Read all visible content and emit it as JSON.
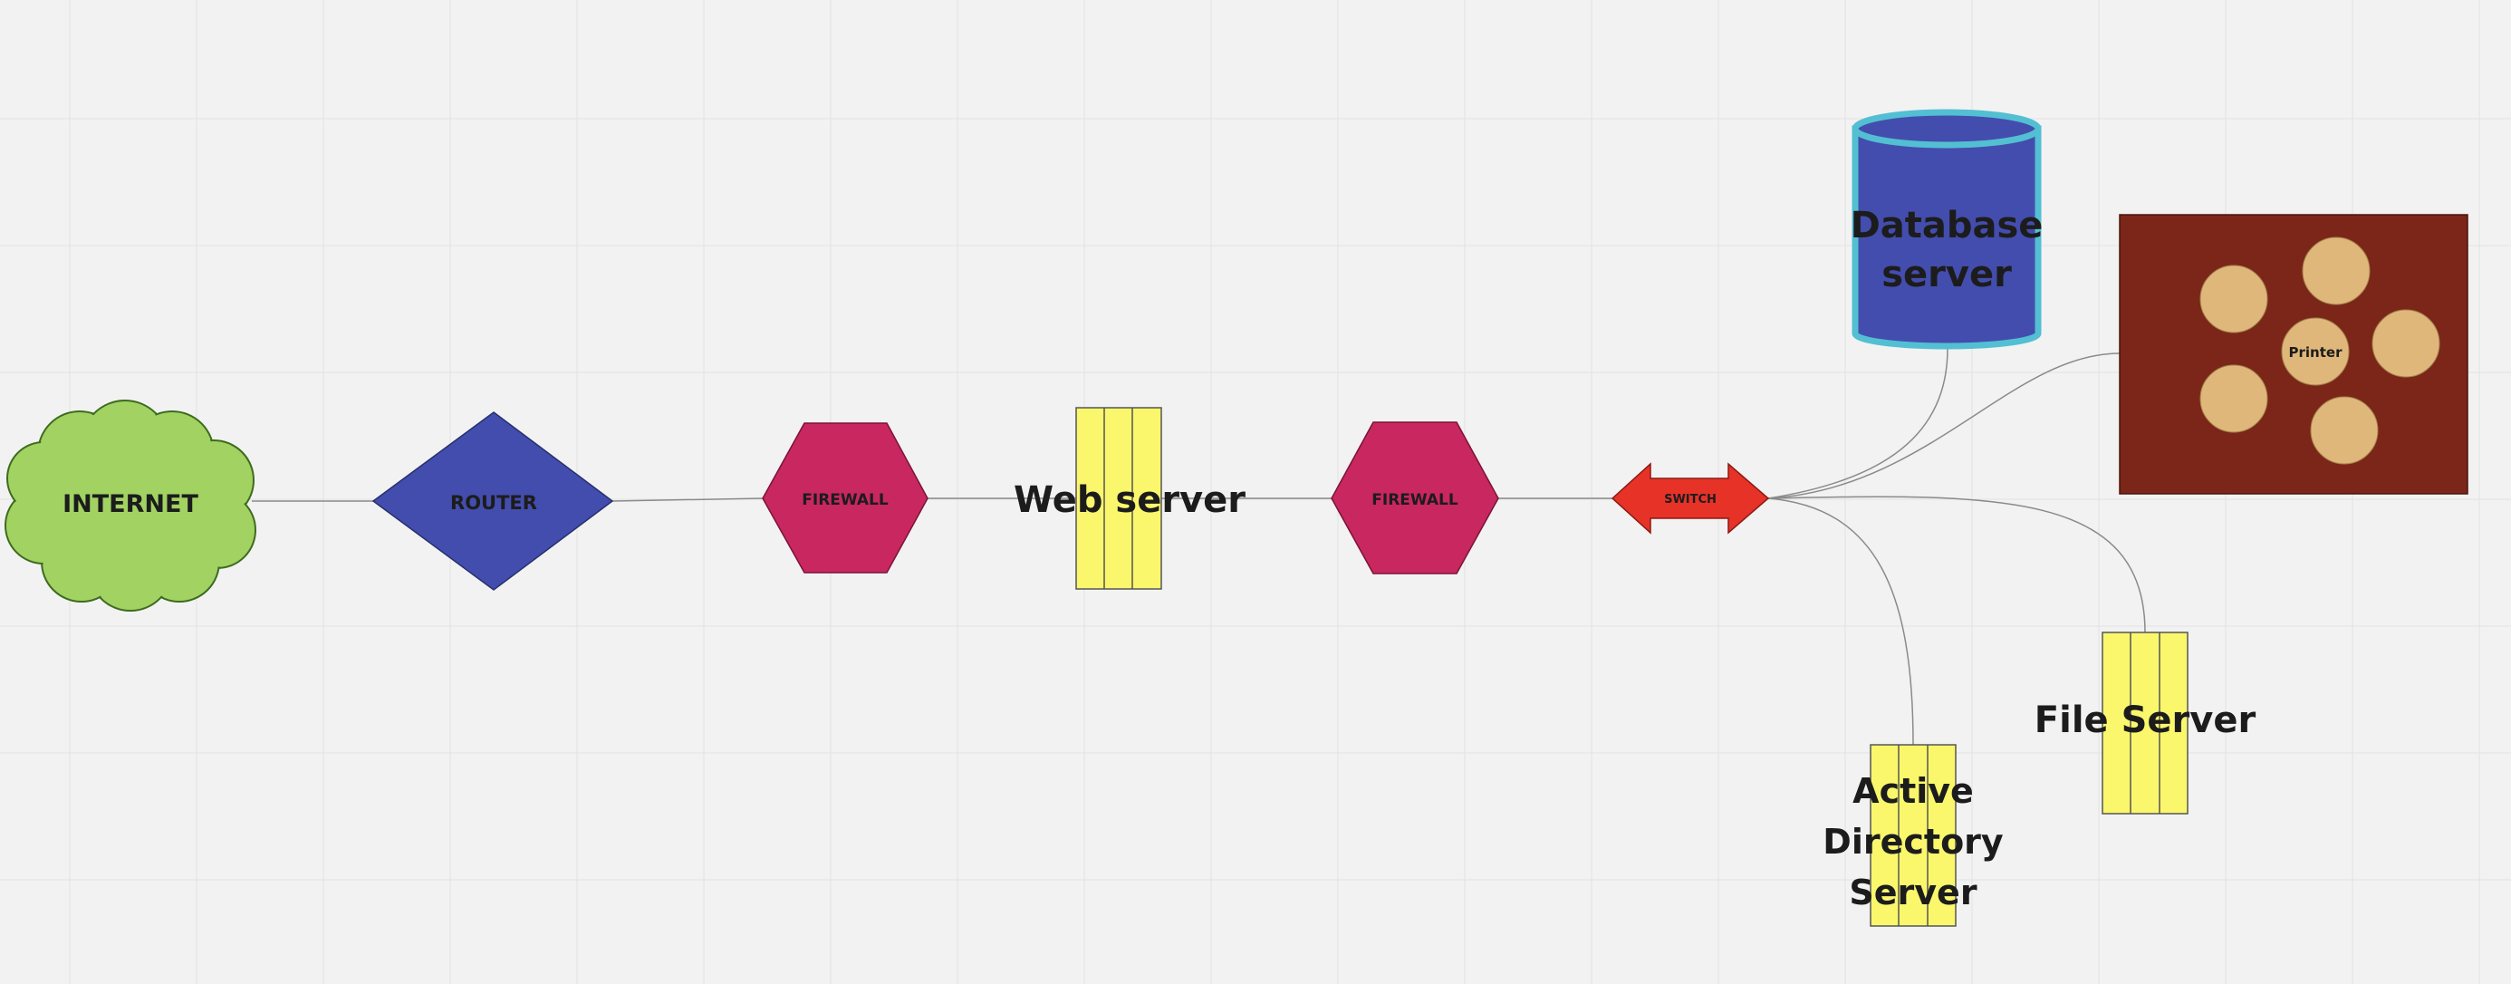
{
  "diagram": {
    "nodes": {
      "internet": {
        "label": "INTERNET",
        "fill": "#a1d262"
      },
      "router": {
        "label": "ROUTER",
        "fill": "#434dad"
      },
      "firewall_outer": {
        "label": "FIREWALL",
        "fill": "#c8275f"
      },
      "web_server": {
        "label": "Web server",
        "fill": "#fbf76c"
      },
      "firewall_inner": {
        "label": "FIREWALL",
        "fill": "#c8275f"
      },
      "switch": {
        "label": "SWITCH",
        "fill": "#e73228"
      },
      "database_server": {
        "label_line1": "Database",
        "label_line2": "server",
        "fill": "#434dad",
        "stroke": "#53bfd2"
      },
      "printer": {
        "label": "Printer",
        "fill": "#7b2619",
        "dot_fill": "#e0b77a"
      },
      "file_server": {
        "label": "File Server",
        "fill": "#fbf76c"
      },
      "active_directory": {
        "label_line1": "Active",
        "label_line2": "Directory",
        "label_line3": "Server",
        "fill": "#fbf76c"
      }
    },
    "connector_color": "#8a8a8a",
    "grid_color": "#e2e2e2"
  }
}
